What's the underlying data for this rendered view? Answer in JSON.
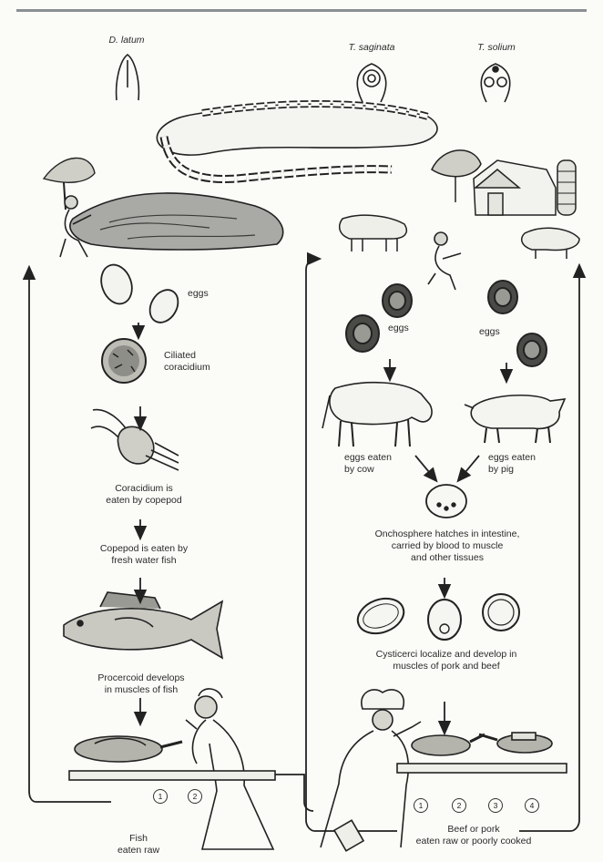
{
  "species": {
    "d_latum": "D. latum",
    "t_saginata": "T. saginata",
    "t_solium": "T. solium"
  },
  "left": {
    "eggs": "eggs",
    "coracidium": [
      "Ciliated",
      "coracidium"
    ],
    "copepod": [
      "Coracidium is",
      "eaten by copepod"
    ],
    "fish_eats": [
      "Copepod is eaten by",
      "fresh water fish"
    ],
    "procercoid": [
      "Procercoid develops",
      "in muscles of fish"
    ],
    "fish_raw": [
      "Fish",
      "eaten raw"
    ],
    "steps": [
      "1",
      "2"
    ]
  },
  "right": {
    "eggs_left": "eggs",
    "eggs_right": "eggs",
    "cow": [
      "eggs eaten",
      "by cow"
    ],
    "pig": [
      "eggs eaten",
      "by pig"
    ],
    "oncosphere": [
      "Onchosphere hatches in intestine,",
      "carried by blood to muscle",
      "and other tissues"
    ],
    "cysticerci": [
      "Cysticerci localize and develop in",
      "muscles of pork and beef"
    ],
    "beef_pork": [
      "Beef or pork",
      "eaten raw or poorly cooked"
    ],
    "steps": [
      "1",
      "2",
      "3",
      "4"
    ]
  }
}
